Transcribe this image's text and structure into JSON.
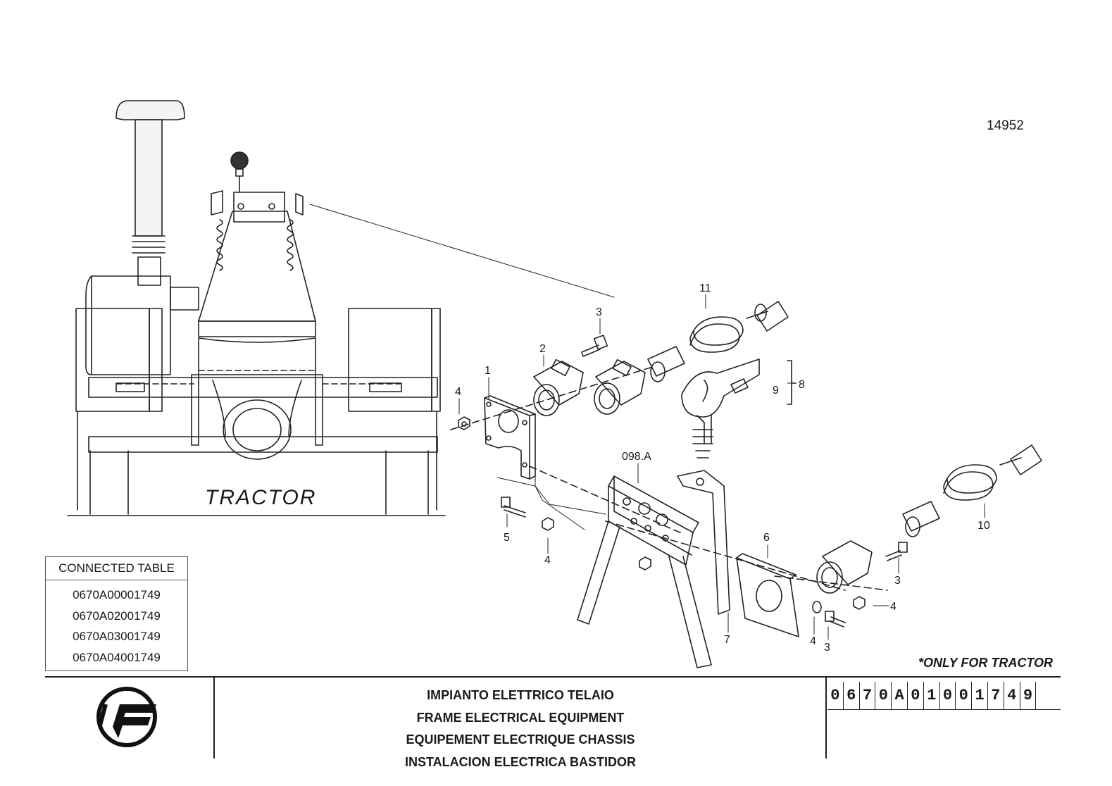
{
  "drawing_number": "14952",
  "tractor_label": "TRACTOR",
  "callouts": {
    "c1": "1",
    "c2": "2",
    "c3a": "3",
    "c3b": "3",
    "c3c": "3",
    "c4a": "4",
    "c4b": "4",
    "c4c": "4",
    "c4d": "4",
    "c5": "5",
    "c6": "6",
    "c7": "7",
    "c8": "8",
    "c9": "9",
    "c10": "10",
    "c11": "11",
    "c098": "098.A"
  },
  "connected_table": {
    "title": "CONNECTED TABLE",
    "rows": [
      "0670A00001749",
      "0670A02001749",
      "0670A03001749",
      "0670A04001749"
    ]
  },
  "note": "*ONLY FOR TRACTOR",
  "title_block": {
    "line1": "IMPIANTO ELETTRICO TELAIO",
    "line2": "FRAME ELECTRICAL EQUIPMENT",
    "line3": "EQUIPEMENT ELECTRIQUE CHASSIS",
    "line4": "INSTALACION ELECTRICA BASTIDOR"
  },
  "part_code": [
    "0",
    "6",
    "7",
    "0",
    "A",
    "0",
    "1",
    "0",
    "0",
    "1",
    "7",
    "4",
    "9"
  ],
  "colors": {
    "ink": "#1a1a1a",
    "paper": "#ffffff"
  }
}
